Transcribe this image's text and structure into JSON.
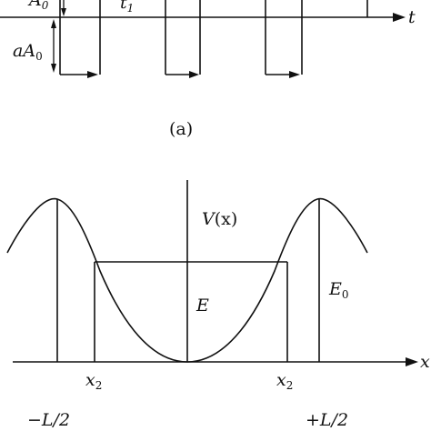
{
  "top_panel": {
    "label_A0": "A",
    "label_A0_sub": "0",
    "label_t1": "t",
    "label_t1_sub": "1",
    "axis_t": "t",
    "label_aA0_a": "a",
    "label_aA0_A": "A",
    "label_aA0_sub": "0",
    "caption": "(a)"
  },
  "bottom_panel": {
    "label_V": "V",
    "label_V_arg": "(x)",
    "label_E": "E",
    "label_E0": "E",
    "label_E0_sub": "0",
    "axis_x": "x",
    "label_x2_left": "x",
    "label_x2_left_sub": "2",
    "label_x2_right": "x",
    "label_x2_right_sub": "2",
    "label_minus_L2": "−L/2",
    "label_plus_L2": "+L/2"
  }
}
